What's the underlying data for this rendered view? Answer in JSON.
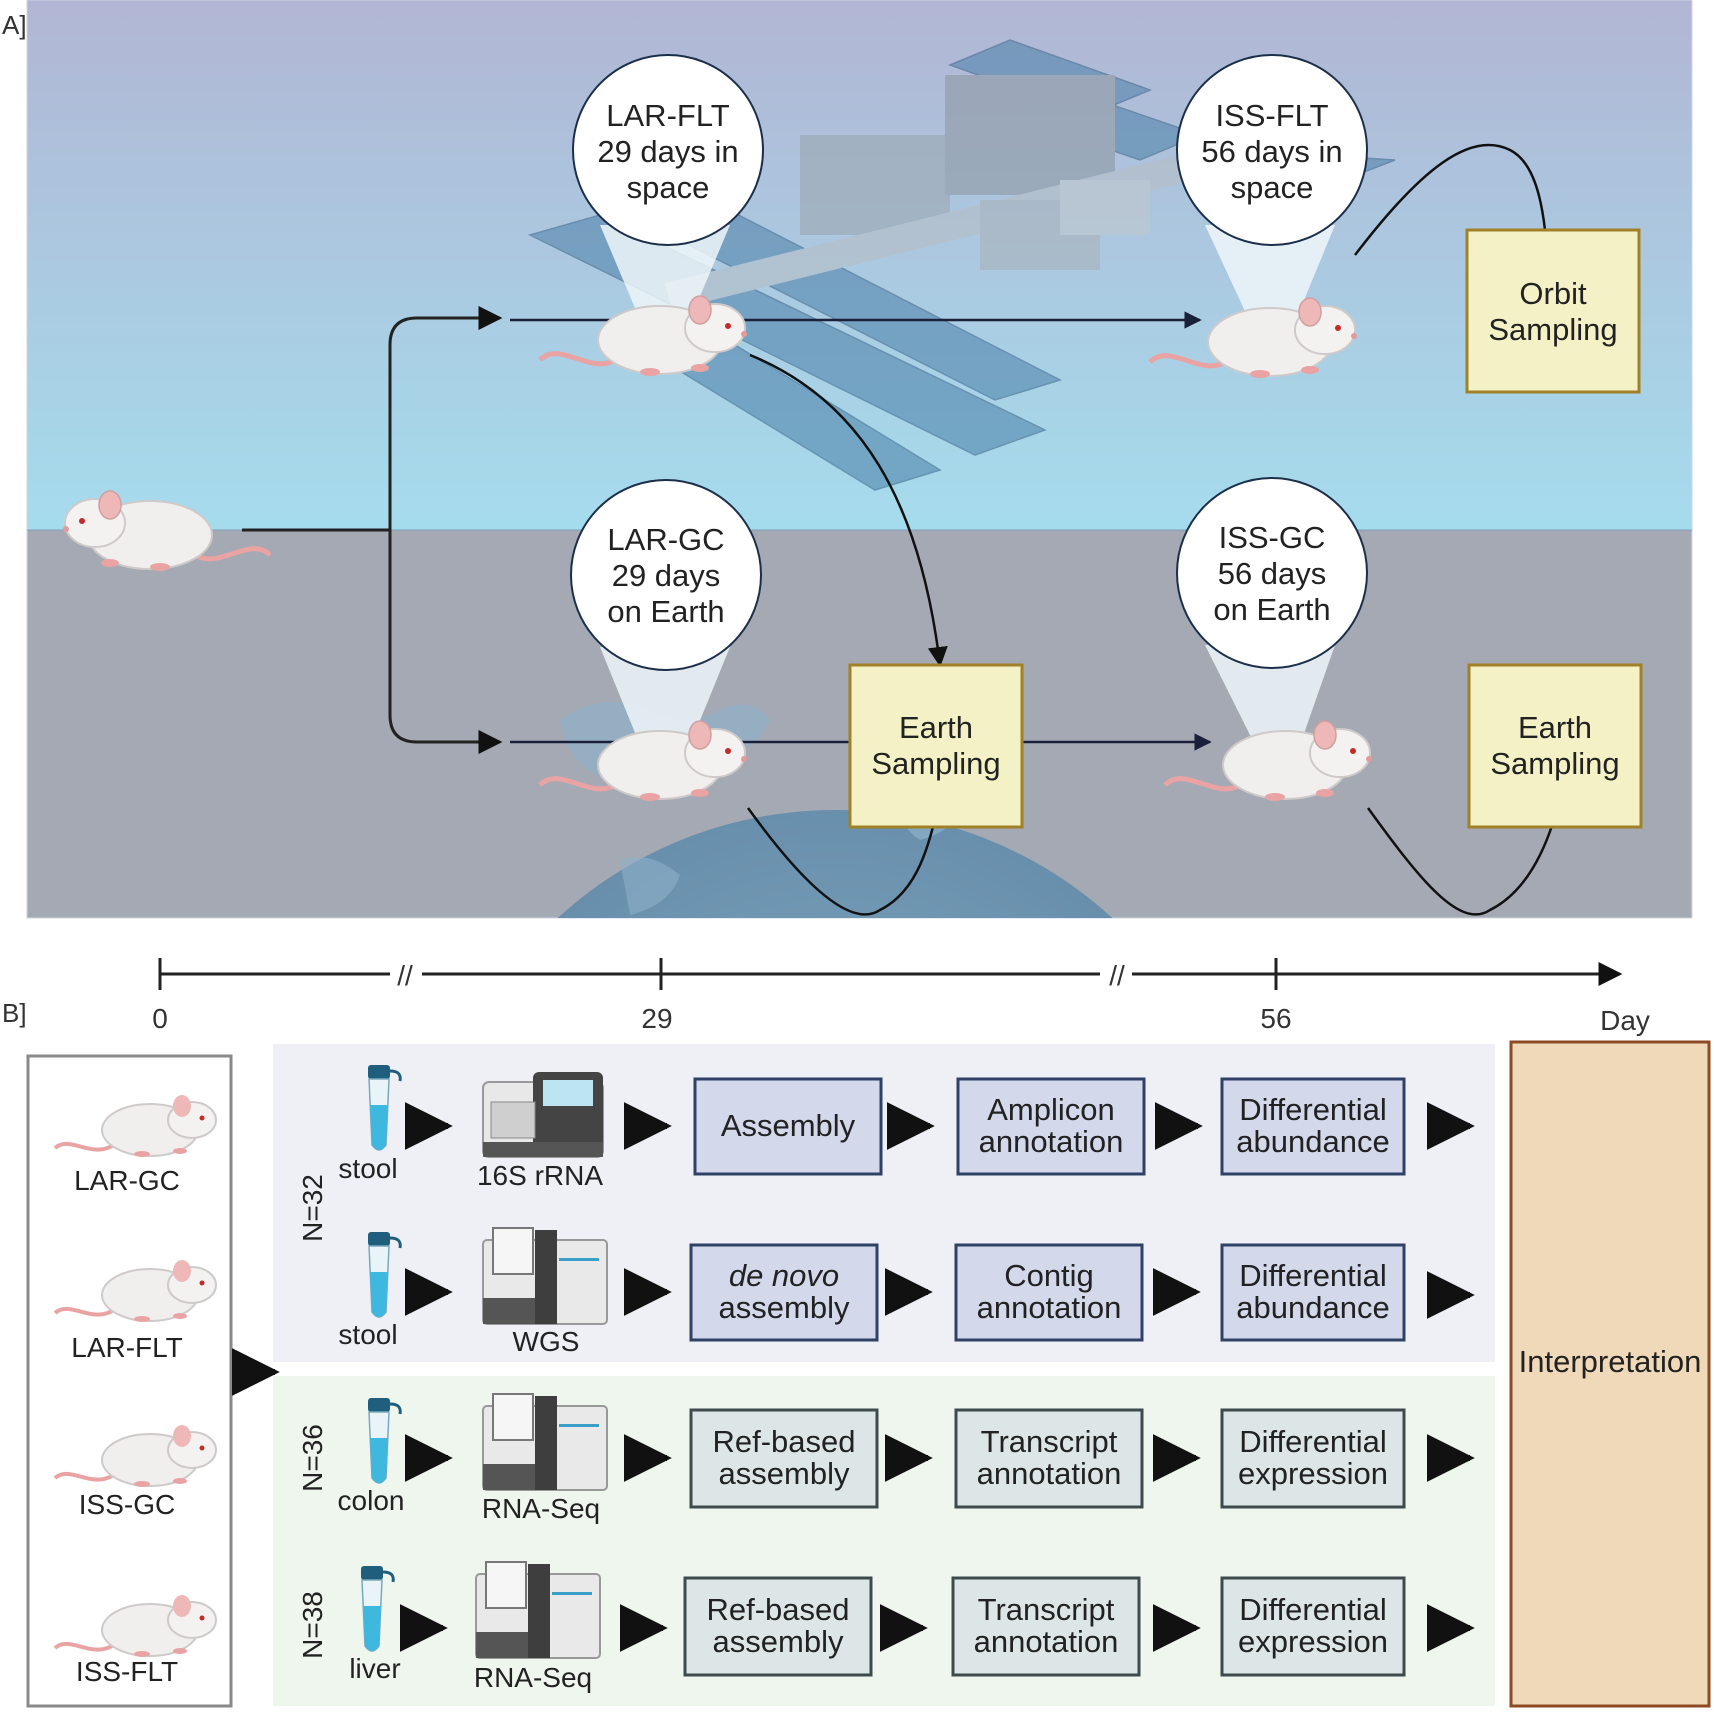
{
  "panels": {
    "a_label": "A]",
    "b_label": "B]"
  },
  "panel_a": {
    "bubbles": {
      "lar_flt": [
        "LAR-FLT",
        "29 days in",
        "space"
      ],
      "iss_flt": [
        "ISS-FLT",
        "56 days in",
        "space"
      ],
      "lar_gc": [
        "LAR-GC",
        "29 days",
        "on Earth"
      ],
      "iss_gc": [
        "ISS-GC",
        "56 days",
        "on Earth"
      ]
    },
    "boxes": {
      "orbit_sampling": [
        "Orbit",
        "Sampling"
      ],
      "earth_sampling_mid": [
        "Earth",
        "Sampling"
      ],
      "earth_sampling_right": [
        "Earth",
        "Sampling"
      ]
    },
    "colors": {
      "sky": "#a9d6e8",
      "ground": "#a4a9b4",
      "earth": "#6f98b5",
      "sampling_box": "#f5f1c6",
      "sampling_border": "#a08128"
    }
  },
  "timeline": {
    "ticks": [
      "0",
      "29",
      "56"
    ],
    "unit": "Day",
    "break_mark": "//"
  },
  "panel_b": {
    "groups": [
      "LAR-GC",
      "LAR-FLT",
      "ISS-GC",
      "ISS-FLT"
    ],
    "n_labels": {
      "microbiome": "N=32",
      "colon": "N=36",
      "liver": "N=38"
    },
    "rows": [
      {
        "sample": "stool",
        "method": "16S rRNA",
        "step1": [
          "Assembly"
        ],
        "step1_italic": false,
        "step2": [
          "Amplicon",
          "annotation"
        ],
        "step3": [
          "Differential",
          "abundance"
        ]
      },
      {
        "sample": "stool",
        "method": "WGS",
        "step1": [
          "de novo",
          "assembly"
        ],
        "step1_italic": true,
        "step2": [
          "Contig",
          "annotation"
        ],
        "step3": [
          "Differential",
          "abundance"
        ]
      },
      {
        "sample": "colon",
        "method": "RNA-Seq",
        "step1": [
          "Ref-based",
          "assembly"
        ],
        "step1_italic": false,
        "step2": [
          "Transcript",
          "annotation"
        ],
        "step3": [
          "Differential",
          "expression"
        ]
      },
      {
        "sample": "liver",
        "method": "RNA-Seq",
        "step1": [
          "Ref-based",
          "assembly"
        ],
        "step1_italic": false,
        "step2": [
          "Transcript",
          "annotation"
        ],
        "step3": [
          "Differential",
          "expression"
        ]
      }
    ],
    "interpretation": "Interpretation",
    "colors": {
      "micro_bg": "#eef0f6",
      "rna_bg": "#eff6ee",
      "micro_box": "#d3d8ea",
      "micro_border": "#2f4265",
      "rna_box": "#dde6e6",
      "rna_border": "#3d4a4e",
      "interp_box": "#f0d9b9",
      "interp_border": "#8e4a24"
    }
  }
}
